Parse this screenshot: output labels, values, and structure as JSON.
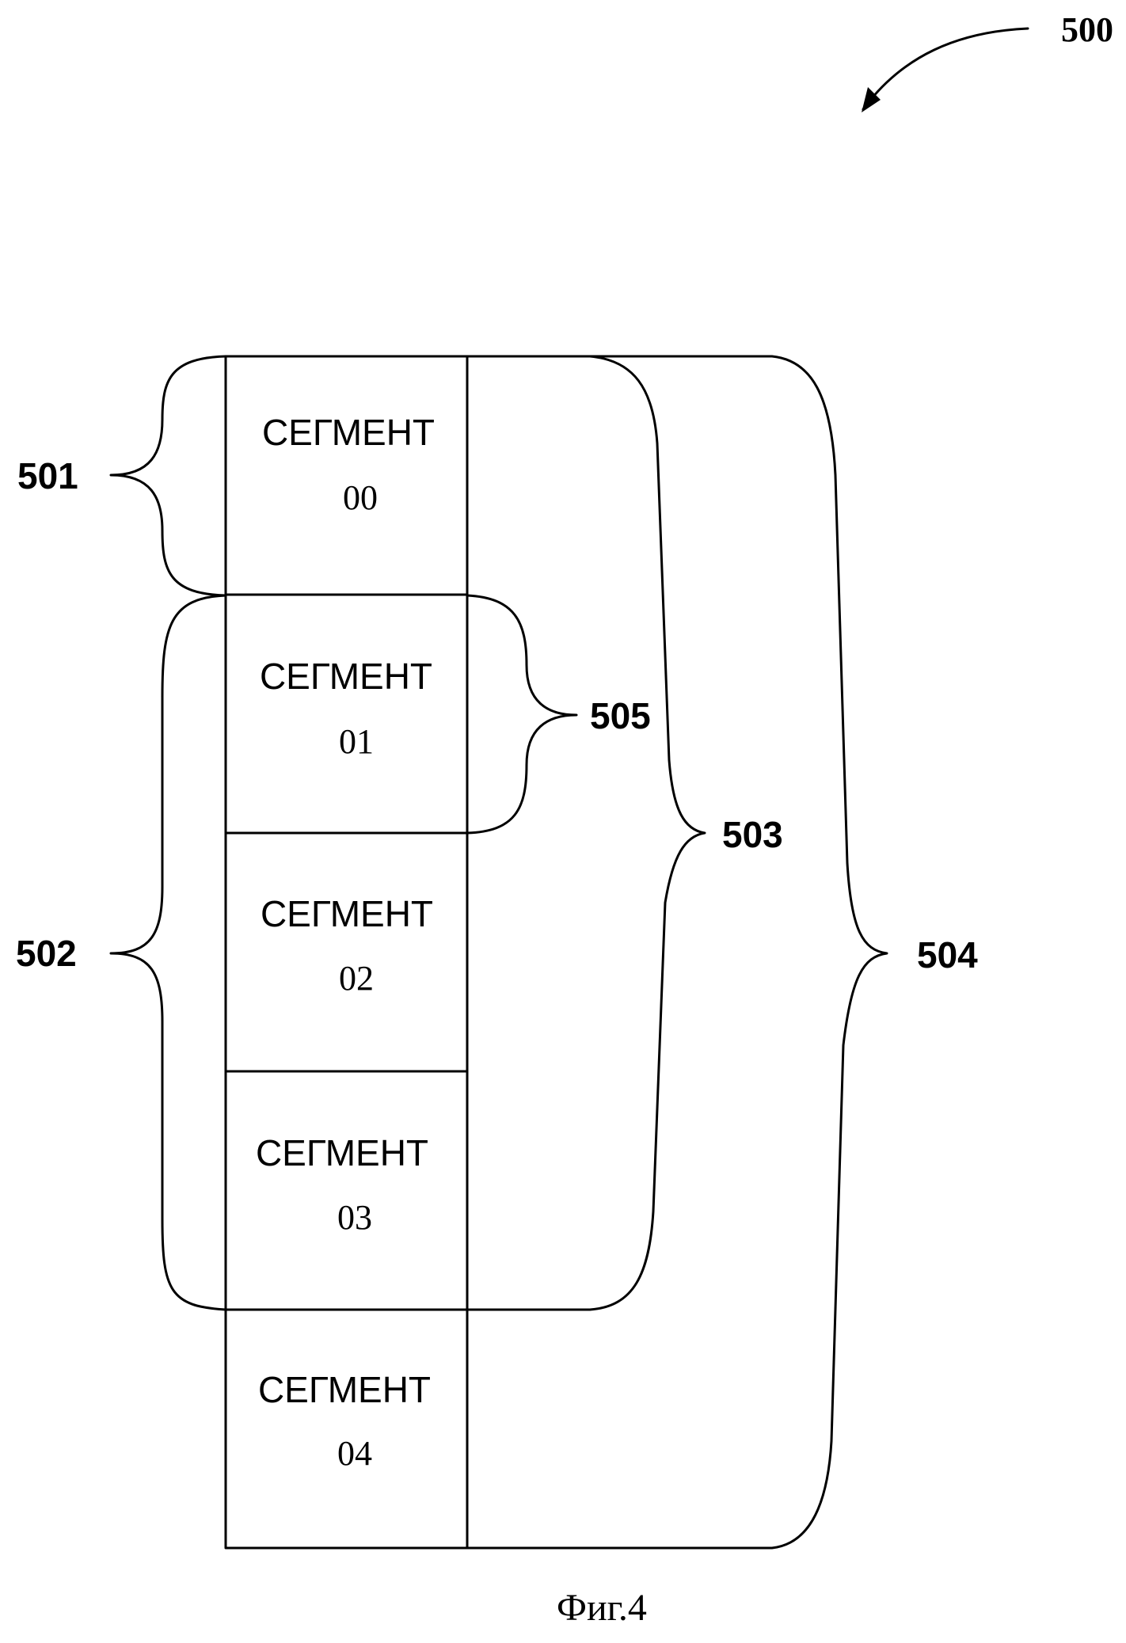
{
  "figure": {
    "ref_main": "500",
    "caption": "Фиг.4"
  },
  "segments": [
    {
      "title": "СЕГМЕНТ",
      "number": "00"
    },
    {
      "title": "СЕГМЕНТ",
      "number": "01"
    },
    {
      "title": "СЕГМЕНТ",
      "number": "02"
    },
    {
      "title": "СЕГМЕНТ",
      "number": "03"
    },
    {
      "title": "СЕГМЕНТ",
      "number": "04"
    }
  ],
  "braces": {
    "b501": "501",
    "b502": "502",
    "b503": "503",
    "b504": "504",
    "b505": "505"
  }
}
